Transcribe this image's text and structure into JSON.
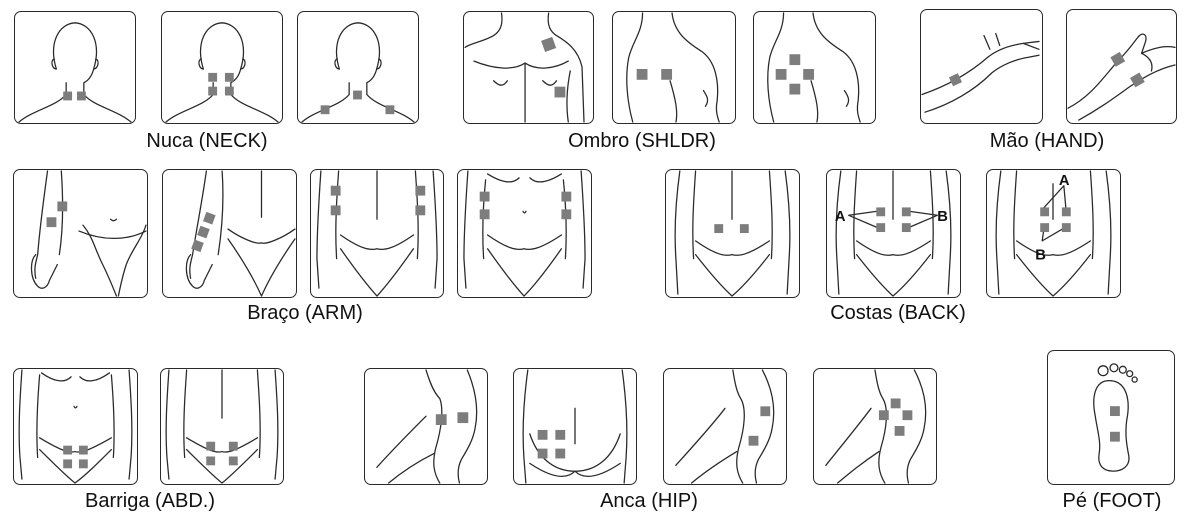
{
  "pad_color": "#7d7d7d",
  "line_color": "#2a2a2a",
  "captions": {
    "neck": "Nuca (NECK)",
    "shoulder": "Ombro (SHLDR)",
    "hand": "Mão (HAND)",
    "arm": "Braço (ARM)",
    "back": "Costas (BACK)",
    "abdomen": "Barriga (ABD.)",
    "hip": "Anca (HIP)",
    "foot": "Pé (FOOT)"
  },
  "point_labels": {
    "a": "A",
    "b": "B"
  },
  "groups": [
    {
      "id": "neck",
      "panels": [
        "back-of-head view, 2 pads",
        "back-of-head view, 4 pads",
        "back-of-head view, 3 pads"
      ]
    },
    {
      "id": "shoulder",
      "panels": [
        "front chest view, 2 pads",
        "side shoulder view, 2 pads",
        "side shoulder view, 4 pads"
      ]
    },
    {
      "id": "hand",
      "panels": [
        "forearm view, 1 pad",
        "palm view, 2 pads"
      ]
    },
    {
      "id": "arm",
      "panels": [
        "front torso, 2 pads",
        "back torso, 3 pads",
        "back torso, 4 pads",
        "front torso, 4 pads"
      ]
    },
    {
      "id": "back",
      "panels": [
        "lower back, 2 pads",
        "lower back, A/B placement",
        "lower back, A/B placement"
      ]
    },
    {
      "id": "abdomen",
      "panels": [
        "front abdomen, 4 pads",
        "back abdomen, 4 pads"
      ]
    },
    {
      "id": "hip",
      "panels": [
        "side hip, 2 pads",
        "back hip, 4 pads",
        "side hip, 2 pads",
        "side hip, 4 pads"
      ]
    },
    {
      "id": "foot",
      "panels": [
        "sole, 2 pads"
      ]
    }
  ]
}
